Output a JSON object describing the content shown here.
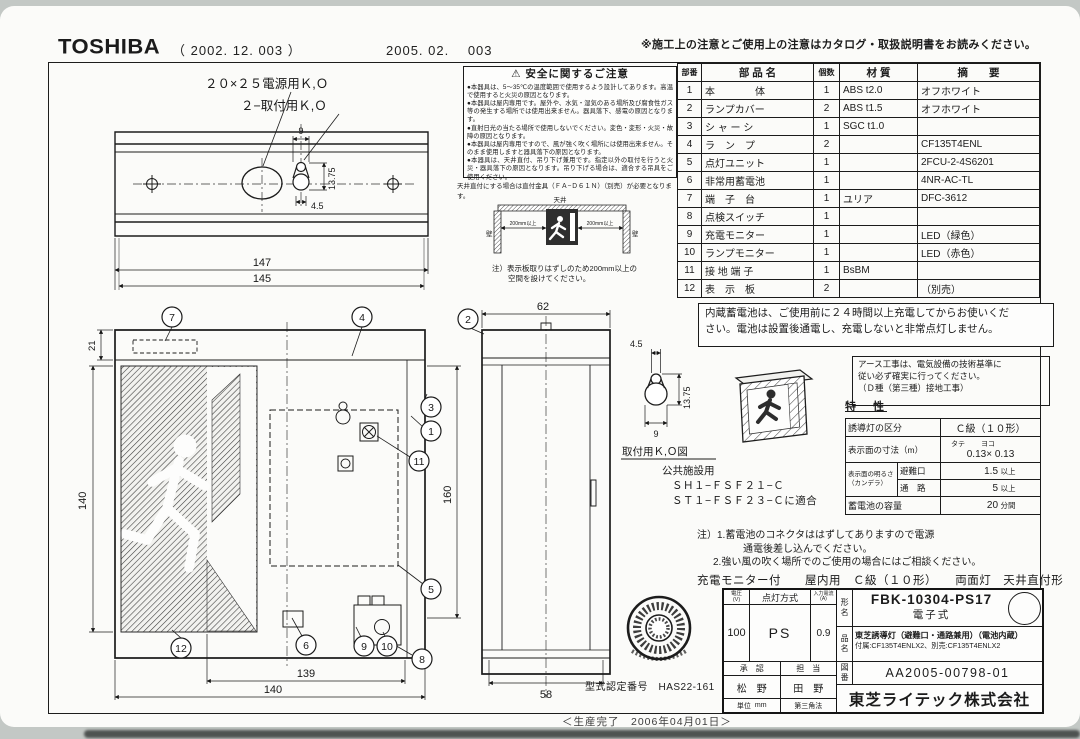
{
  "header": {
    "brand": "TOSHIBA",
    "revision_a": "（ 2002. 12. 003 ）",
    "revision_b": "2005. 02.　 003",
    "notice": "※施工上の注意とご使用上の注意はカタログ・取扱説明書をお読みください。"
  },
  "safety": {
    "warn_icon": "⚠",
    "title": "安全に関するご注意",
    "bullets": [
      "●本器具は、5〜35℃の温度範囲で使用するよう設計してあります。高温で使用すると火災の原因となります。",
      "●本器具は屋内専用です。屋外や、水気・湿気のある場所及び腐食性ガス等の発生する場所では使用出来ません。器具落下、感電の原因となります。",
      "●直射日光の当たる場所で使用しないでください。変色・変形・火災・故障の原因となります。",
      "●本器具は屋内専用ですので、風が強く吹く場所には使用出来ません。そのまま使用しますと器具落下の原因となります。",
      "●本器具は、天井直付、吊り下げ兼用です。指定以外の取付を行うと火災・器具落下の原因となります。吊り下げる場合は、適合する吊具をご使用ください。"
    ],
    "footnote": "天井直付にする場合は直付金具（ＦＡ−Ｄ６１Ｎ）（別売）が必要となります。"
  },
  "clearance": {
    "ceiling": "天井",
    "wall_left": "壁",
    "wall_right": "壁",
    "dim_left": "200mm以上",
    "dim_right": "200mm以上",
    "note_line1": "注）表示板取りはずしのため200mm以上の",
    "note_line2": "空間を設けてください。"
  },
  "parts": {
    "headers": [
      "部番",
      "部 品 名",
      "個数",
      "材 質",
      "摘　　要"
    ],
    "rows": [
      [
        "1",
        "本　　　　体",
        "1",
        "ABS t2.0",
        "オフホワイト"
      ],
      [
        "2",
        "ランプカバー",
        "2",
        "ABS t1.5",
        "オフホワイト"
      ],
      [
        "3",
        "シ ャ ー シ",
        "1",
        "SGC t1.0",
        ""
      ],
      [
        "4",
        "ラ　ン　プ",
        "2",
        "",
        "CF135T4ENL"
      ],
      [
        "5",
        "点灯ユニット",
        "1",
        "",
        "2FCU-2-4S6201"
      ],
      [
        "6",
        "非常用蓄電池",
        "1",
        "",
        "4NR-AC-TL"
      ],
      [
        "7",
        "端　子　台",
        "1",
        "ユリア",
        "DFC-3612"
      ],
      [
        "8",
        "点検スイッチ",
        "1",
        "",
        ""
      ],
      [
        "9",
        "充電モニター",
        "1",
        "",
        "LED（緑色）"
      ],
      [
        "10",
        "ランプモニター",
        "1",
        "",
        "LED（赤色）"
      ],
      [
        "11",
        "接 地 端 子",
        "1",
        "BsBM",
        ""
      ],
      [
        "12",
        "表　示　板",
        "2",
        "",
        "（別売）"
      ]
    ]
  },
  "notices": {
    "battery_1": "内蔵蓄電池は、ご使用前に２４時間以上充電してからお使いくだ",
    "battery_2": "さい。電池は設置後通電し、充電しないと非常点灯しません。",
    "earth_1": "アース工事は、電気設備の技術基準に",
    "earth_2": "従い必ず確実に行ってください。",
    "earth_3": "（Ｄ種（第三種）接地工事）",
    "note_1": "注）1.蓄電池のコネクタははずしてありますので電源",
    "note_2": "通電後差し込んでください。",
    "note_3": "2.強い風の吹く場所でのご使用の場合にはご相談ください。",
    "usage": "充電モニター付　　屋内用　Ｃ級（１０形）　　両面灯　天井直付形"
  },
  "spec": {
    "title": "特　性",
    "row1_label": "誘導灯の区分",
    "row1_value": "Ｃ級（１０形）",
    "row2_label": "表示面の寸法（m）",
    "row2_sub": "タテ　　 ヨコ",
    "row2_value": "0.13× 0.13",
    "row3_label_1": "表示面の明るさ",
    "row3_label_2": "（カンデラ）",
    "row3a_key": "避難口",
    "row3a_val": "1.5",
    "row3a_unit": "以上",
    "row3b_key": "通　路",
    "row3b_val": "5",
    "row3b_unit": "以上",
    "row4_label": "蓄電池の容量",
    "row4_val": "20",
    "row4_unit": "分間"
  },
  "tb": {
    "voltage_label_1": "電圧",
    "voltage_label_2": "(V)",
    "lighting_label": "点灯方式",
    "current_label_1": "入力電流",
    "current_label_2": "(A)",
    "voltage_value": "100",
    "lighting_value": "PS",
    "current_value": "0.9",
    "approve_label": "承　認",
    "charge_label": "担　当",
    "approve_name": "松　野",
    "charge_name": "田　野",
    "unit_label": "単位",
    "unit_value": "mm",
    "projection": "第三角法",
    "model_label": "形名",
    "model_value": "FBK-10304-PS17",
    "model_sub": "電子式",
    "product_label": "品名",
    "product_line1": "東芝誘導灯（避難口・通路兼用）（電池内蔵）",
    "product_line2": "付属:CF135T4ENLX2、別売:CF135T4ENLX2",
    "dwg_label": "図番",
    "dwg_value": "AA2005-00798-01",
    "company": "東芝ライテック株式会社"
  },
  "cert": {
    "number": "型式認定番号　HAS22-161"
  },
  "footer": {
    "discontinued": "＜生産完了　2006年04月01日＞"
  },
  "draw": {
    "ko_power": "２０×２５電源用Ｋ,Ｏ",
    "ko_mount": "２−取付用Ｋ,Ｏ",
    "mount_detail": "取付用Ｋ,Ｏ図",
    "public_1": "公共施設用",
    "public_2": "ＳＨ１−ＦＳＦ２１−Ｃ",
    "public_3": "ＳＴ１−ＦＳＦ２３−Ｃに適合",
    "d147": "147",
    "d145": "145",
    "d21": "21",
    "d140l": "140",
    "d160": "160",
    "d62": "62",
    "d139": "139",
    "d140b": "140",
    "d58": "58",
    "d9a": "9",
    "d1375a": "13.75",
    "d45a": "4.5",
    "d45b": "4.5",
    "d1375b": "13.75",
    "d9b": "9",
    "balloons": [
      "7",
      "4",
      "2",
      "3",
      "1",
      "11",
      "5",
      "12",
      "6",
      "9",
      "10",
      "8"
    ]
  }
}
